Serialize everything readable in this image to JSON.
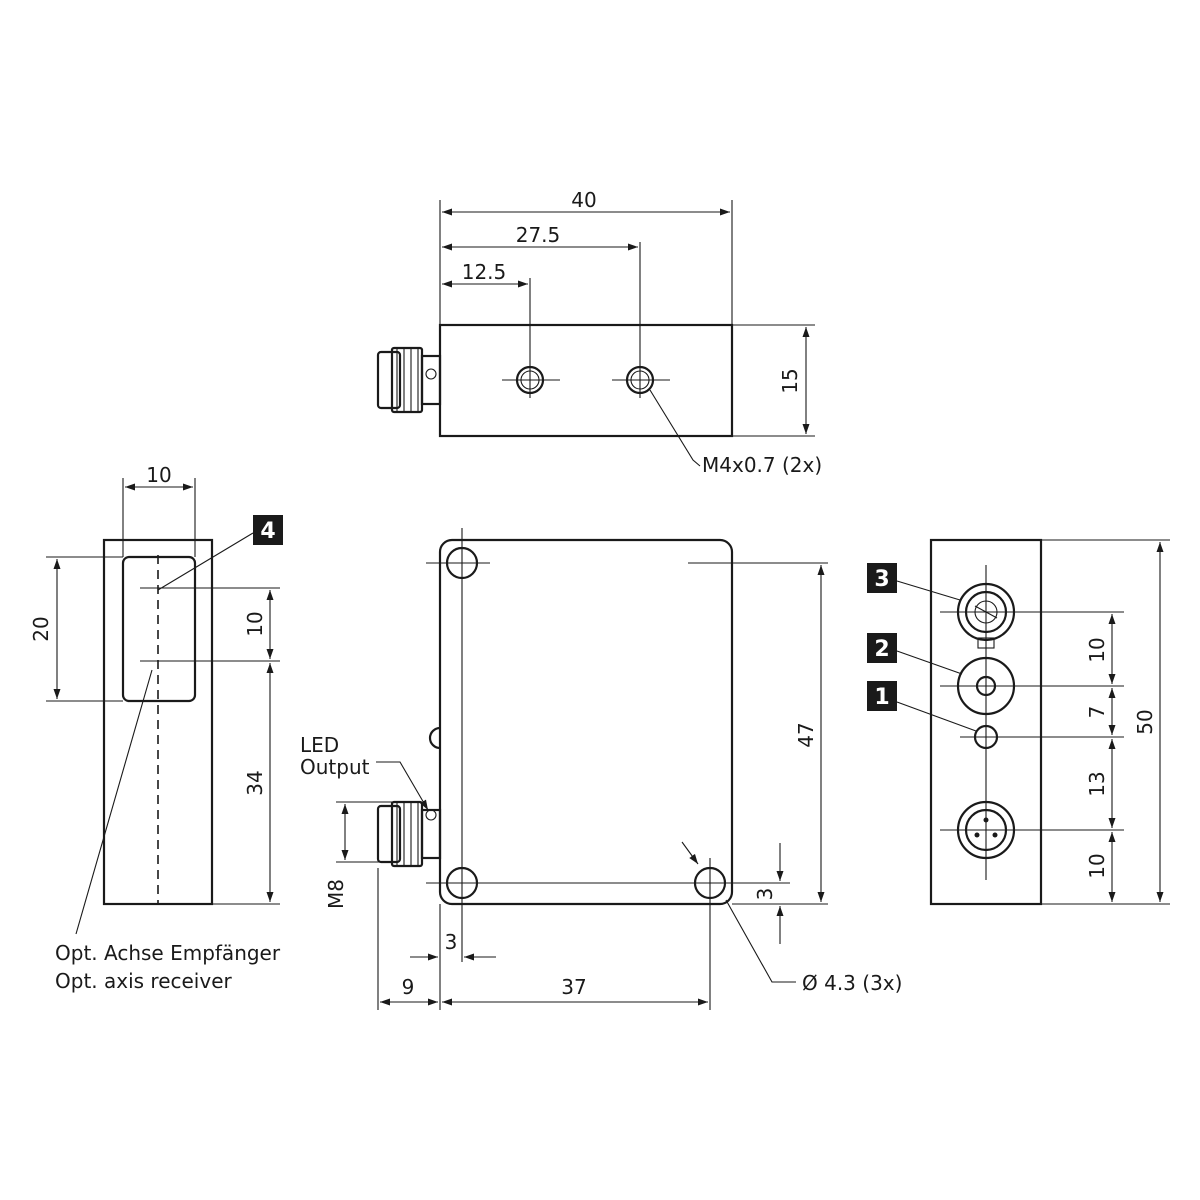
{
  "top_view": {
    "dim_width": "40",
    "dim_hole2": "27.5",
    "dim_hole1": "12.5",
    "dim_height": "15",
    "thread_label": "M4x0.7 (2x)"
  },
  "side_view": {
    "dim_width": "10",
    "dim_window": "20",
    "dim_upper": "10",
    "dim_lower": "34",
    "axis_label_de": "Opt. Achse Empfänger",
    "axis_label_en": "Opt. axis receiver",
    "badge": "4"
  },
  "front_view": {
    "led_label_1": "LED",
    "led_label_2": "Output",
    "dim_m8": "M8",
    "dim_height": "47",
    "dim_hole_offset_v": "3",
    "dim_hole_offset_h": "3",
    "dim_connector": "9",
    "dim_hole_spacing": "37",
    "hole_label": "Ø 4.3 (3x)"
  },
  "end_view": {
    "badge_3": "3",
    "badge_2": "2",
    "badge_1": "1",
    "dim_10a": "10",
    "dim_7": "7",
    "dim_13": "13",
    "dim_10b": "10",
    "dim_total": "50"
  }
}
